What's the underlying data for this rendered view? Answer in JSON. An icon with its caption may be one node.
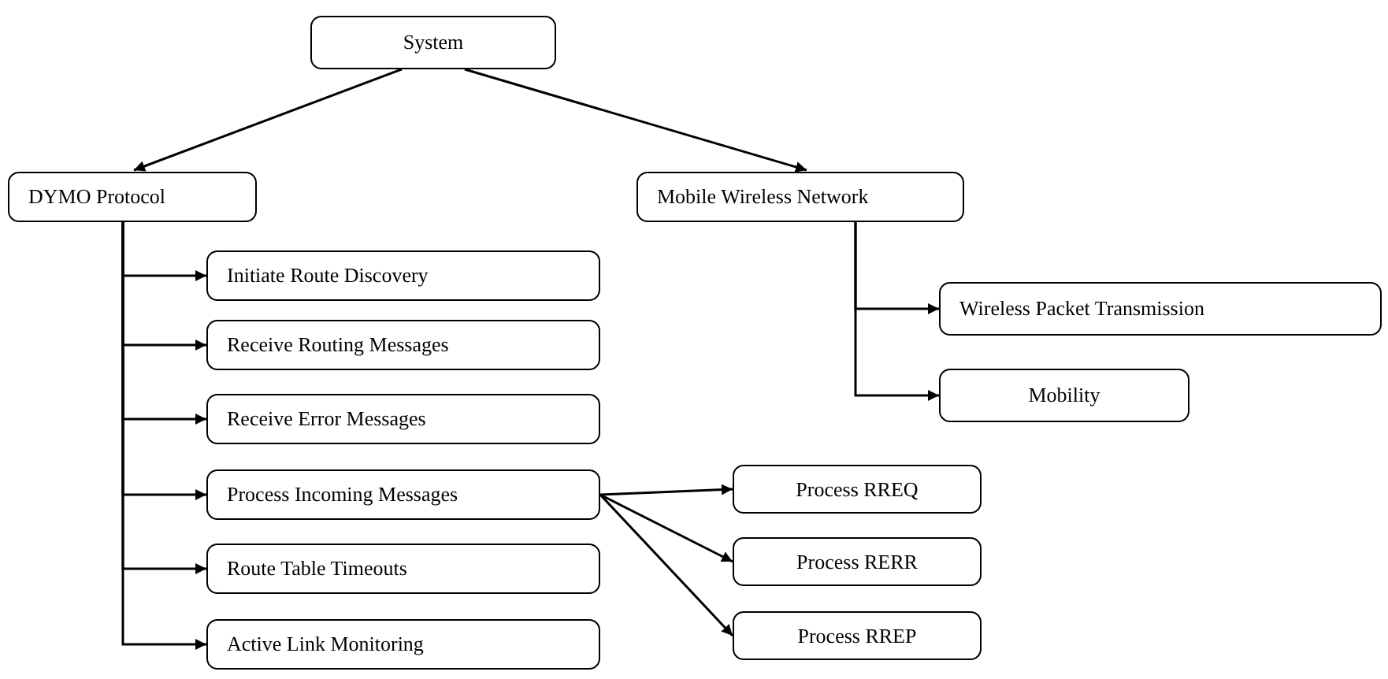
{
  "diagram": {
    "nodes": [
      {
        "text": [
          "System"
        ]
      },
      {
        "text": [
          "DYMO Protocol"
        ]
      },
      {
        "text": [
          "Mobile Wireless Network"
        ]
      },
      {
        "text": [
          "Initiate Route Discovery"
        ]
      },
      {
        "text": [
          "Receive Routing Messages"
        ]
      },
      {
        "text": [
          "Receive Error Messages"
        ]
      },
      {
        "text": [
          "Process Incoming Messages"
        ]
      },
      {
        "text": [
          "Route Table Timeouts"
        ]
      },
      {
        "text": [
          "Active Link Monitoring"
        ]
      },
      {
        "text": [
          "Wireless Packet Transmission"
        ]
      },
      {
        "text": [
          "Mobility"
        ]
      },
      {
        "text": [
          "Process RREQ"
        ]
      },
      {
        "text": [
          "Process RERR"
        ]
      },
      {
        "text": [
          "Process RREP"
        ]
      }
    ],
    "edges": [
      {
        "from": 0,
        "to": 1,
        "arrow": "to"
      },
      {
        "from": 0,
        "to": 2,
        "arrow": "to"
      },
      {
        "from": 1,
        "to": 3,
        "arrow": "to"
      },
      {
        "from": 1,
        "to": 4,
        "arrow": "to"
      },
      {
        "from": 1,
        "to": 5,
        "arrow": "to"
      },
      {
        "from": 1,
        "to": 6,
        "arrow": "to"
      },
      {
        "from": 1,
        "to": 7,
        "arrow": "to"
      },
      {
        "from": 1,
        "to": 8,
        "arrow": "to"
      },
      {
        "from": 2,
        "to": 9,
        "arrow": "to"
      },
      {
        "from": 2,
        "to": 10,
        "arrow": "to"
      },
      {
        "from": 6,
        "to": 11,
        "arrow": "to"
      },
      {
        "from": 6,
        "to": 12,
        "arrow": "to"
      },
      {
        "from": 6,
        "to": 13,
        "arrow": "to"
      }
    ]
  }
}
